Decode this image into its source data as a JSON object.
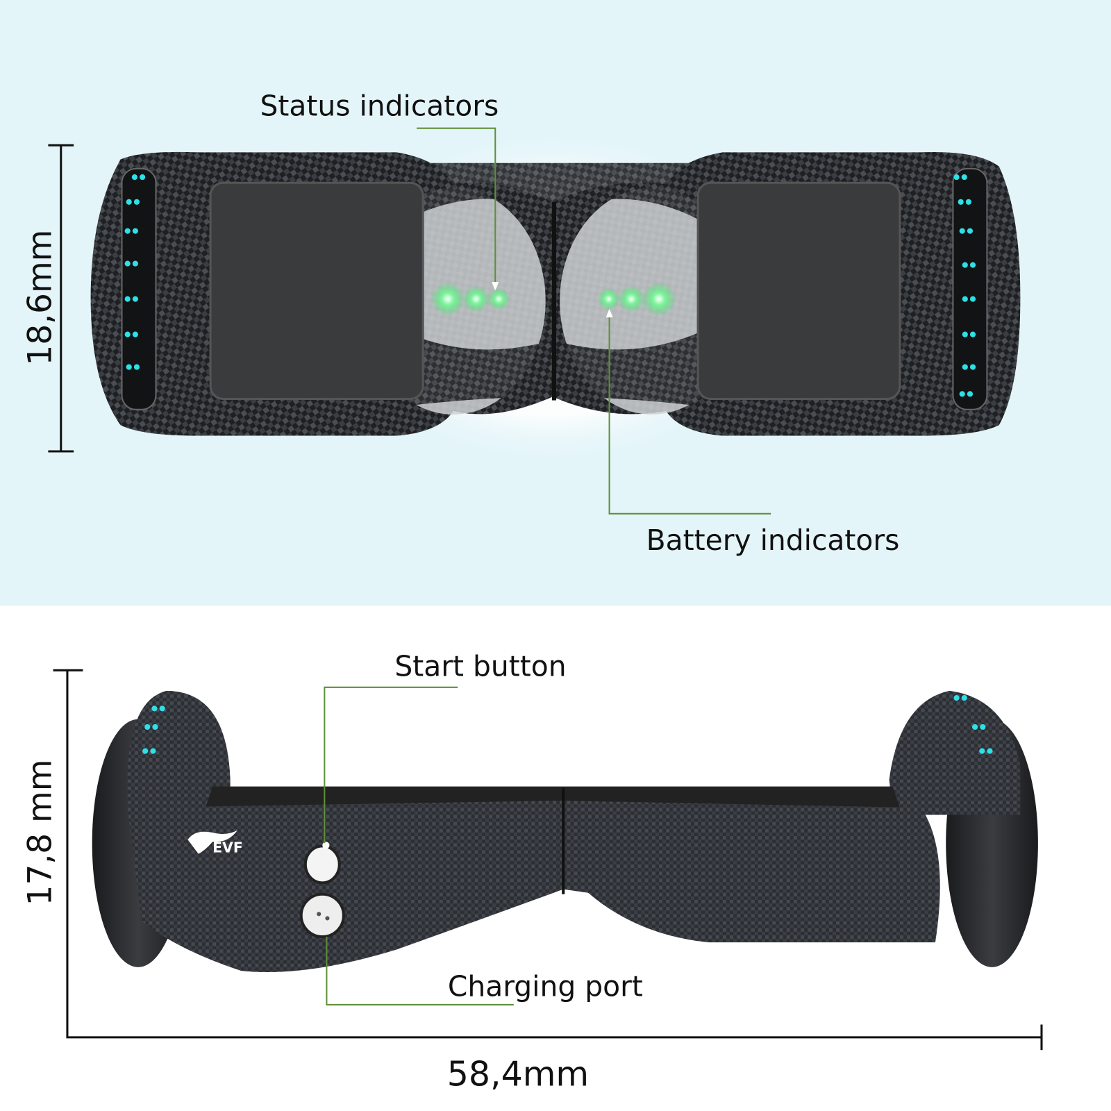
{
  "top_view": {
    "status_label": "Status indicators",
    "battery_label": "Battery indicators",
    "width_dimension": "18,6mm"
  },
  "side_view": {
    "start_label": "Start button",
    "charging_label": "Charging port",
    "height_dimension": "17,8 mm",
    "length_dimension": "58,4mm",
    "logo_text": "EVF"
  },
  "colors": {
    "top_background": "#e4f5f9",
    "leader_line": "#5f8f3a",
    "led_green": "#39e36a",
    "wheel_led_cyan": "#2ee0e8",
    "body_carbon": "#2a2c30"
  }
}
